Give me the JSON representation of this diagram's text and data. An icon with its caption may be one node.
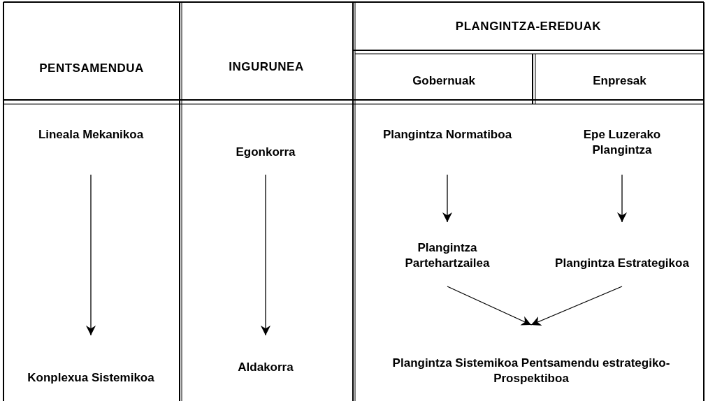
{
  "diagram": {
    "nodes": [
      {
        "text": [
          "Lineala Mekanikoa"
        ]
      },
      {
        "text": [
          "Konplexua Sistemikoa"
        ]
      },
      {
        "text": [
          "Egonkorra"
        ]
      },
      {
        "text": [
          "Aldakorra"
        ]
      },
      {
        "text": [
          "Plangintza Normatiboa"
        ]
      },
      {
        "text": [
          "Epe Luzerako Plangintza"
        ]
      },
      {
        "text": [
          "Plangintza Partehartzailea"
        ]
      },
      {
        "text": [
          "Plangintza Estrategikoa"
        ]
      },
      {
        "text": [
          "Plangintza Sistemikoa Pentsamendu estrategiko-Prospektiboa"
        ]
      }
    ],
    "edges": [
      {
        "from": 0,
        "to": 1,
        "arrow": "to"
      },
      {
        "from": 2,
        "to": 3,
        "arrow": "to"
      },
      {
        "from": 4,
        "to": 6,
        "arrow": "to"
      },
      {
        "from": 5,
        "to": 7,
        "arrow": "to"
      },
      {
        "from": 6,
        "to": 8,
        "arrow": "to"
      },
      {
        "from": 7,
        "to": 8,
        "arrow": "to"
      }
    ],
    "labels": [
      "PENTSAMENDUA",
      "INGURUNEA",
      "PLANGINTZA-EREDUAK",
      "Gobernuak",
      "Enpresak"
    ]
  }
}
